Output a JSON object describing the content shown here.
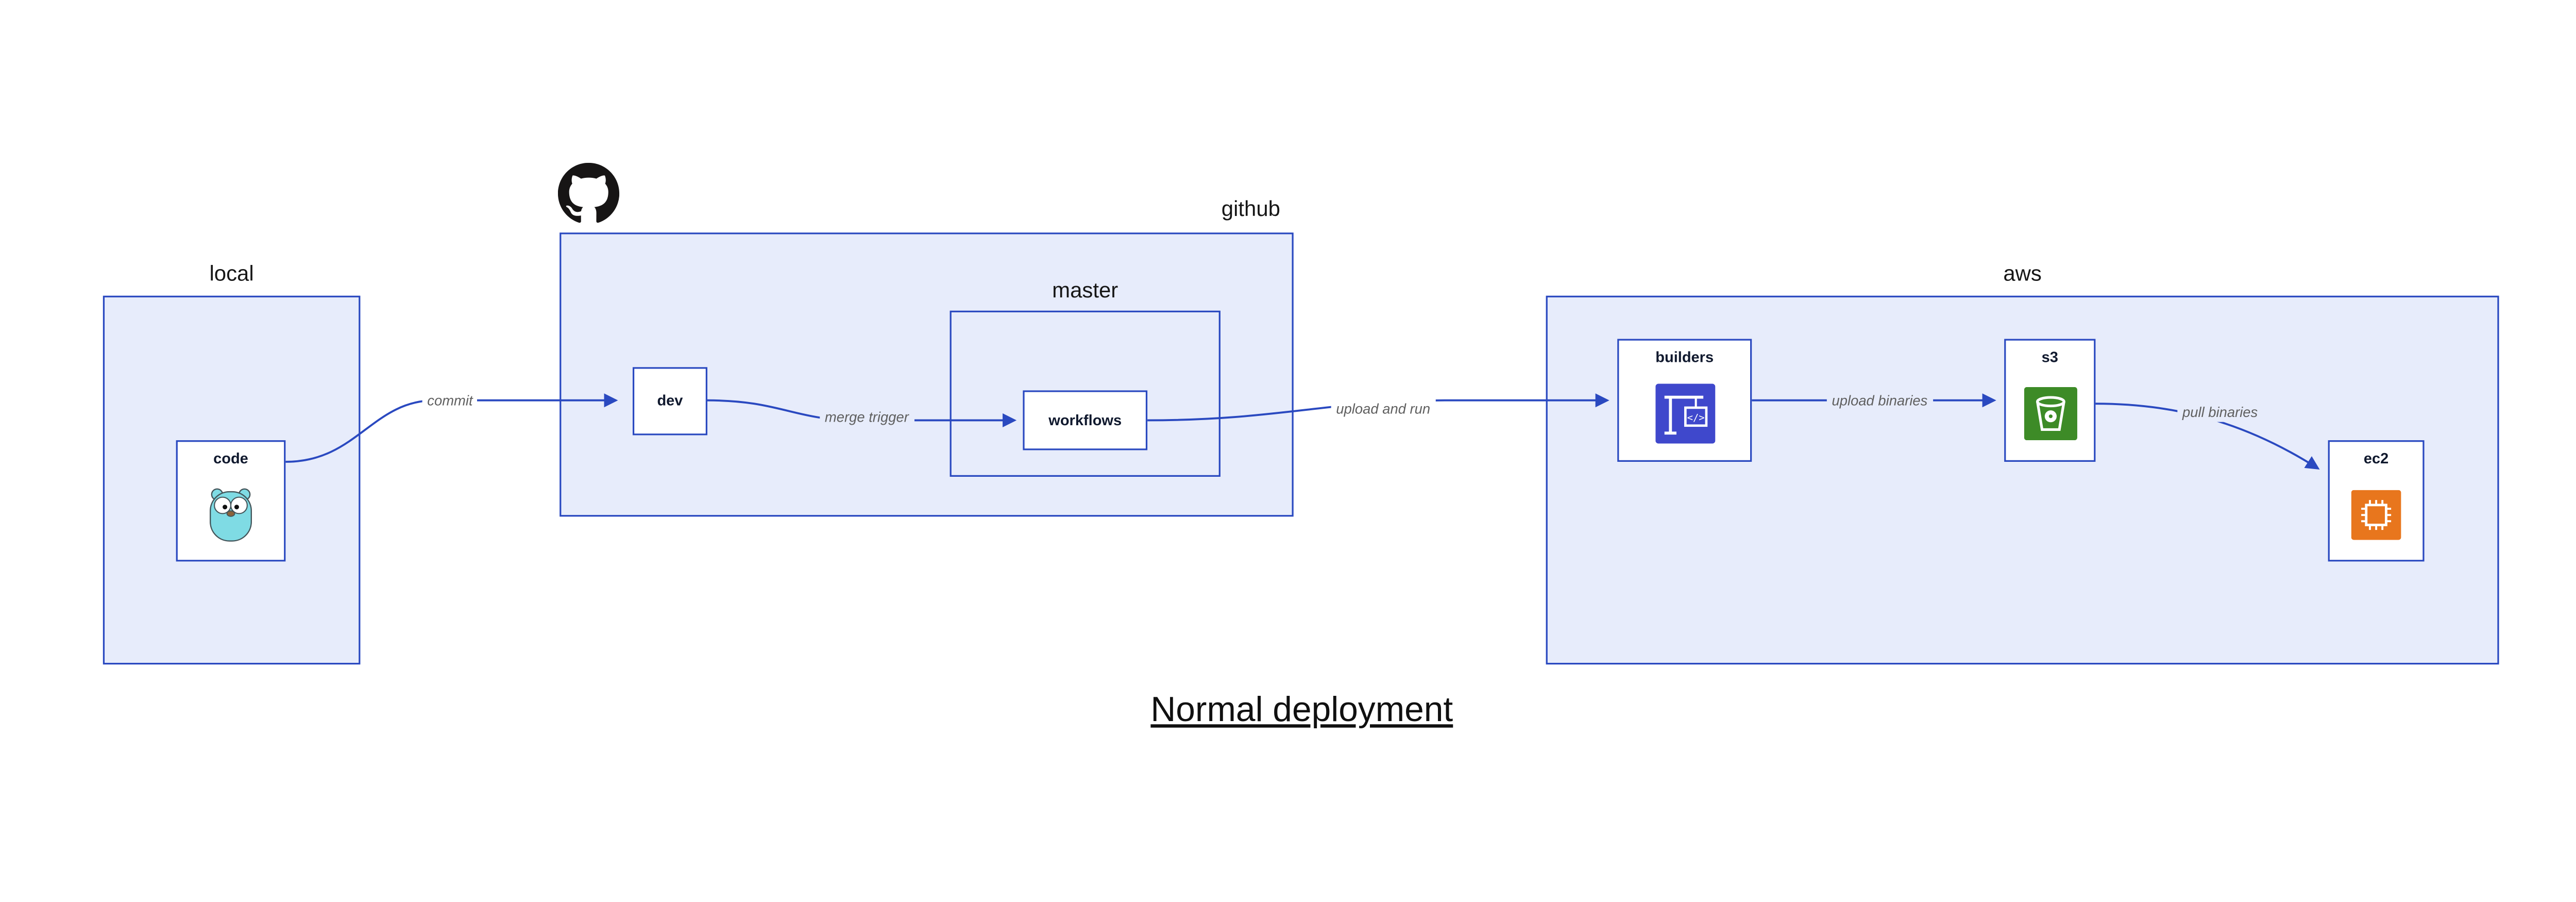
{
  "title": "Normal deployment",
  "colors": {
    "panel_fill": "#e7ecfb",
    "stroke": "#2a49c0",
    "node_fill": "#ffffff",
    "edge_label": "#5f5f5f",
    "text": "#161616",
    "gopher_blue": "#7fdbe4",
    "codebuild_blue": "#3f48cc",
    "s3_green": "#3d8b27",
    "ec2_orange": "#e8761d",
    "github_black": "#171515"
  },
  "groups": {
    "local": {
      "label": "local"
    },
    "github": {
      "label": "github"
    },
    "master": {
      "label": "master"
    },
    "aws": {
      "label": "aws"
    }
  },
  "nodes": {
    "code": {
      "label": "code",
      "icon": "go-gopher-icon"
    },
    "dev": {
      "label": "dev"
    },
    "workflows": {
      "label": "workflows"
    },
    "builders": {
      "label": "builders",
      "icon": "codebuild-crane-icon"
    },
    "s3": {
      "label": "s3",
      "icon": "s3-bucket-icon"
    },
    "ec2": {
      "label": "ec2",
      "icon": "ec2-chip-icon"
    }
  },
  "edges": {
    "commit": {
      "label": "commit",
      "from": "code",
      "to": "dev"
    },
    "merge_trigger": {
      "label": "merge trigger",
      "from": "dev",
      "to": "workflows"
    },
    "upload_and_run": {
      "label": "upload and run",
      "from": "workflows",
      "to": "builders"
    },
    "upload_binaries": {
      "label": "upload binaries",
      "from": "builders",
      "to": "s3"
    },
    "pull_binaries": {
      "label": "pull binaries",
      "from": "s3",
      "to": "ec2"
    }
  }
}
